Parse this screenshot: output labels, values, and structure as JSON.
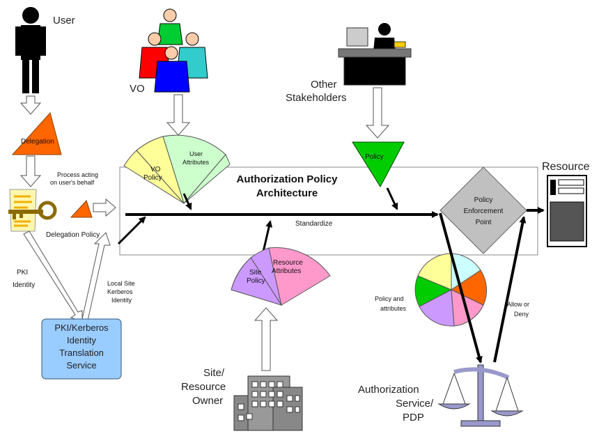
{
  "actors": {
    "user": "User",
    "vo": "VO",
    "other_stakeholders": [
      "Other",
      "Stakeholders"
    ],
    "resource": "Resource",
    "site_resource_owner": [
      "Site/",
      "Resource",
      "Owner"
    ],
    "authorization_service": [
      "Authorization",
      "Service/",
      "PDP"
    ]
  },
  "shapes": {
    "delegation": "Delegation",
    "vo_policy": [
      "VO",
      "Policy"
    ],
    "user_attributes": [
      "User",
      "Attributes"
    ],
    "policy": "Policy",
    "site_policy": [
      "Site",
      "Policy"
    ],
    "resource_attributes": [
      "Resource",
      "Attributes"
    ],
    "policy_enforcement_point": [
      "Policy",
      "Enforcement",
      "Point"
    ],
    "translation_service": [
      "PKI/Kerberos",
      "Identity",
      "Translation",
      "Service"
    ]
  },
  "labels": {
    "title": [
      "Authorization Policy",
      "Architecture"
    ],
    "process_acting": [
      "Process acting",
      "on user's behalf"
    ],
    "delegation_policy": "Delegation Policy",
    "standardize": "Standardize",
    "pki_identity": [
      "PKI",
      "Identity"
    ],
    "local_site_kerberos": [
      "Local Site",
      "Kerberos",
      "Identity"
    ],
    "policy_and_attributes": [
      "Policy and",
      "attributes"
    ],
    "allow_or_deny": [
      "Allow or",
      "Deny"
    ]
  },
  "colors": {
    "delegation": "#ff6600",
    "vo_policy": "#ffff99",
    "user_attributes": "#ccffcc",
    "policy": "#00cc00",
    "site_policy": "#cc99ff",
    "resource_attributes": "#ff99cc",
    "pep": "#c0c0c0",
    "translation_service": "#99ccff",
    "vo_red": "#ff0000",
    "vo_green": "#00cc33",
    "vo_cyan": "#33cccc",
    "vo_blue": "#0000ff"
  }
}
